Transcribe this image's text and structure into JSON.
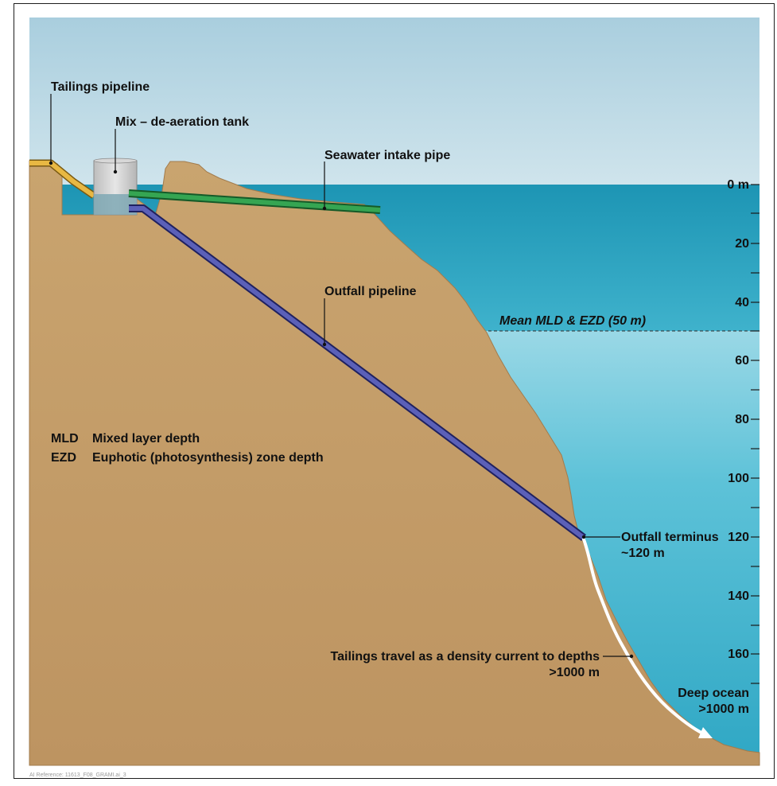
{
  "labels": {
    "tailings_pipeline": "Tailings pipeline",
    "mix_tank": "Mix – de-aeration tank",
    "seawater_intake": "Seawater intake pipe",
    "outfall_pipeline": "Outfall pipeline",
    "mean_mld_ezd": "Mean MLD & EZD (50 m)",
    "outfall_terminus_1": "Outfall terminus",
    "outfall_terminus_2": "~120 m",
    "density_current_1": "Tailings travel as a density current to depths",
    "density_current_2": ">1000 m",
    "deep_ocean_1": "Deep ocean",
    "deep_ocean_2": ">1000 m"
  },
  "legend": {
    "mld_abbr": "MLD",
    "mld_text": "Mixed layer depth",
    "ezd_abbr": "EZD",
    "ezd_text": "Euphotic (photosynthesis) zone depth"
  },
  "depth_scale": {
    "labels": [
      "0 m",
      "20",
      "40",
      "60",
      "80",
      "100",
      "120",
      "140",
      "160"
    ]
  },
  "reference_note": "AI Reference: 11613_F08_GRAMI.ai_3",
  "colors": {
    "sky": "#b9d7e4",
    "ocean_upper": "#2aa5c2",
    "ocean_lower": "#55c0d6",
    "land": "#c49b68",
    "tailings_pipe": "#e8b843",
    "intake_pipe": "#2f9a4a",
    "outfall_pipe": "#3a3d92"
  }
}
